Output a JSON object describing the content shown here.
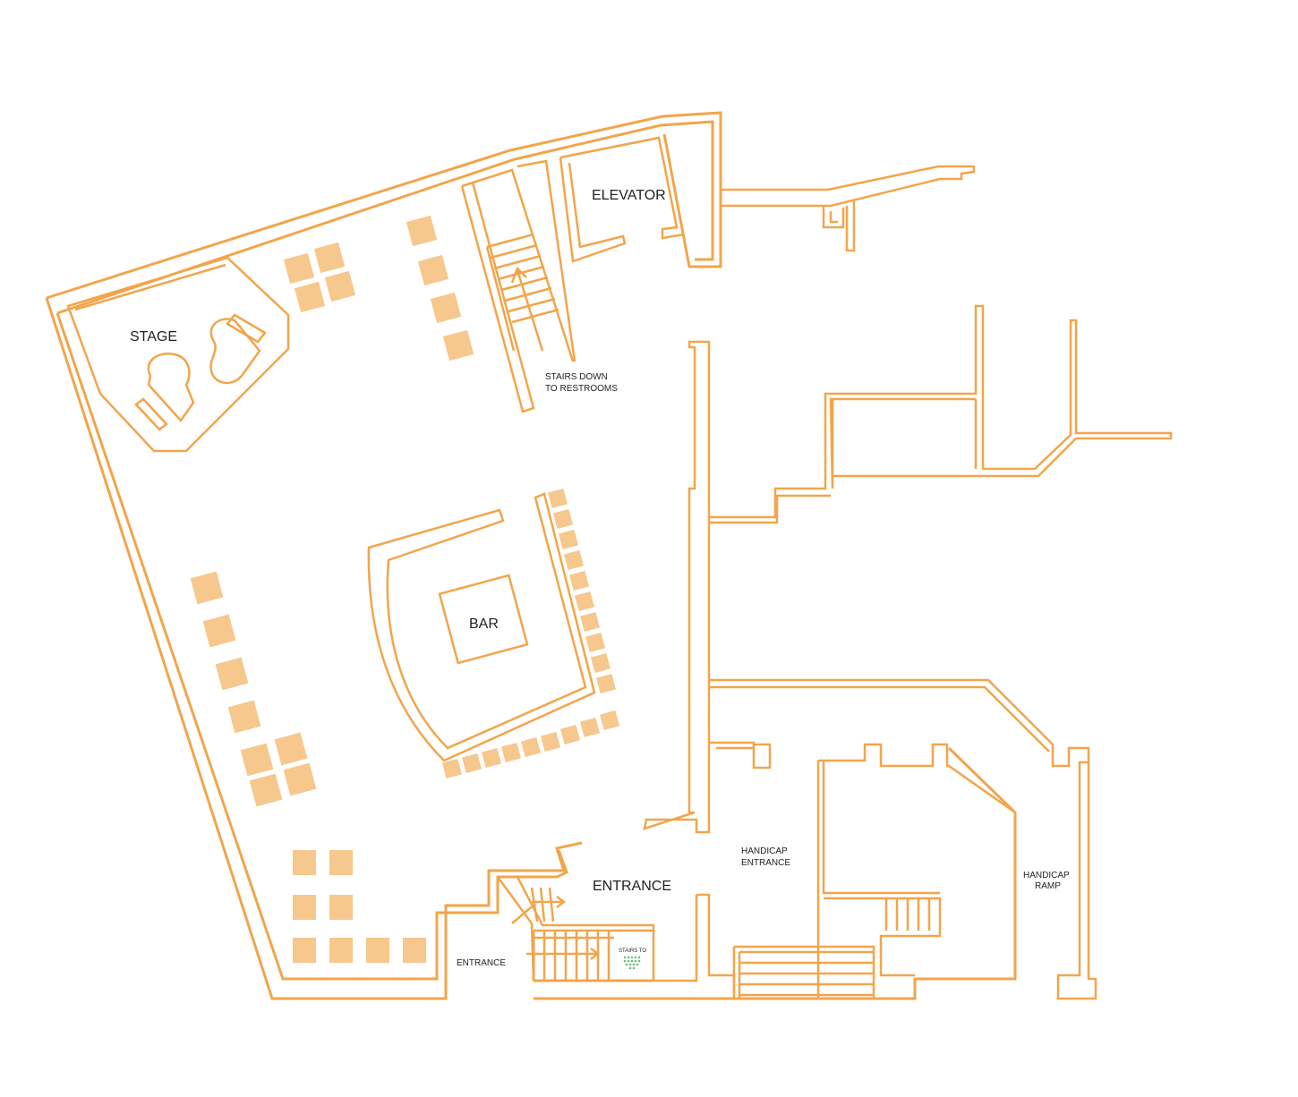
{
  "colors": {
    "wall": "#F2A54A",
    "seat": "#F6C88D",
    "accent_green": "#6BBF7A"
  },
  "labels": {
    "stage": "STAGE",
    "elevator": "ELEVATOR",
    "bar": "BAR",
    "entrance_main": "ENTRANCE",
    "entrance_side": "ENTRANCE",
    "stairs_down_1": "STAIRS DOWN",
    "stairs_down_2": "TO RESTROOMS",
    "handicap_entrance_1": "HANDICAP",
    "handicap_entrance_2": "ENTRANCE",
    "handicap_ramp_1": "HANDICAP",
    "handicap_ramp_2": "RAMP",
    "stairs_to": "STAIRS TO"
  }
}
